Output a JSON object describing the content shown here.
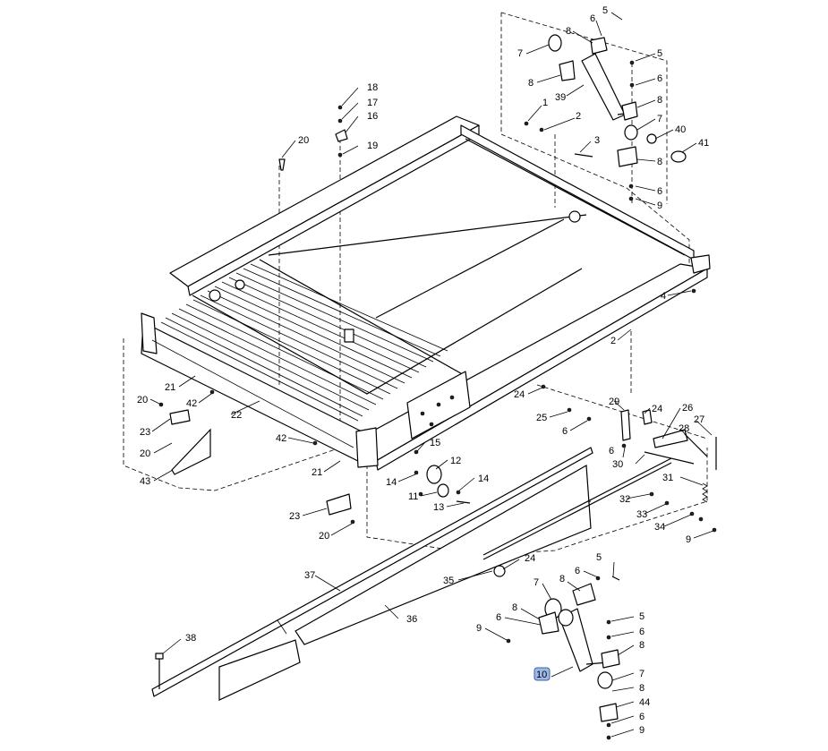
{
  "callouts": {
    "c1": "1",
    "c2": "2",
    "c3": "3",
    "c4": "4",
    "c5": "5",
    "c6": "6",
    "c7": "7",
    "c8": "8",
    "c9": "9",
    "c10": "10",
    "c11": "11",
    "c12": "12",
    "c13": "13",
    "c14": "14",
    "c15": "15",
    "c16": "16",
    "c17": "17",
    "c18": "18",
    "c19": "19",
    "c20": "20",
    "c21": "21",
    "c22": "22",
    "c23": "23",
    "c24": "24",
    "c25": "25",
    "c26": "26",
    "c27": "27",
    "c28": "28",
    "c29": "29",
    "c30": "30",
    "c31": "31",
    "c32": "32",
    "c33": "33",
    "c34": "34",
    "c35": "35",
    "c36": "36",
    "c37": "37",
    "c38": "38",
    "c39": "39",
    "c40": "40",
    "c41": "41",
    "c42": "42",
    "c43": "43",
    "c44": "44"
  },
  "highlight": {
    "callout": "10",
    "color": "#9db9e6"
  },
  "colors": {
    "line": "#000000",
    "background": "#ffffff"
  }
}
